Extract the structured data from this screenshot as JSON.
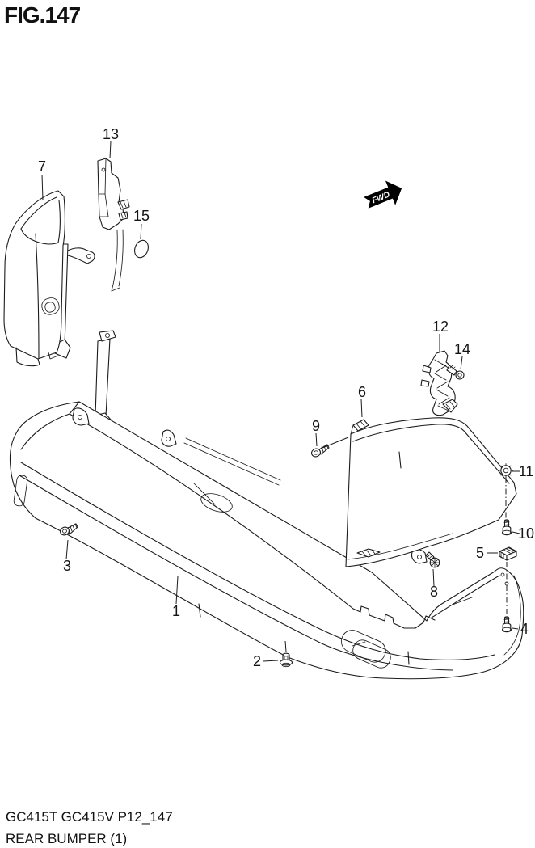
{
  "figure": {
    "title": "FIG.147"
  },
  "footer": {
    "model_code": "GC415T GC415V P12_147",
    "figure_name": "REAR BUMPER (1)"
  },
  "direction_indicator": "FWD",
  "colors": {
    "line": "#1b1b1b",
    "background": "#ffffff",
    "arrow_fill": "#000000"
  },
  "parts": [
    {
      "number": "1"
    },
    {
      "number": "2"
    },
    {
      "number": "3"
    },
    {
      "number": "4"
    },
    {
      "number": "5"
    },
    {
      "number": "6"
    },
    {
      "number": "7"
    },
    {
      "number": "8"
    },
    {
      "number": "9"
    },
    {
      "number": "10"
    },
    {
      "number": "11"
    },
    {
      "number": "12"
    },
    {
      "number": "13"
    },
    {
      "number": "14"
    },
    {
      "number": "15"
    }
  ]
}
